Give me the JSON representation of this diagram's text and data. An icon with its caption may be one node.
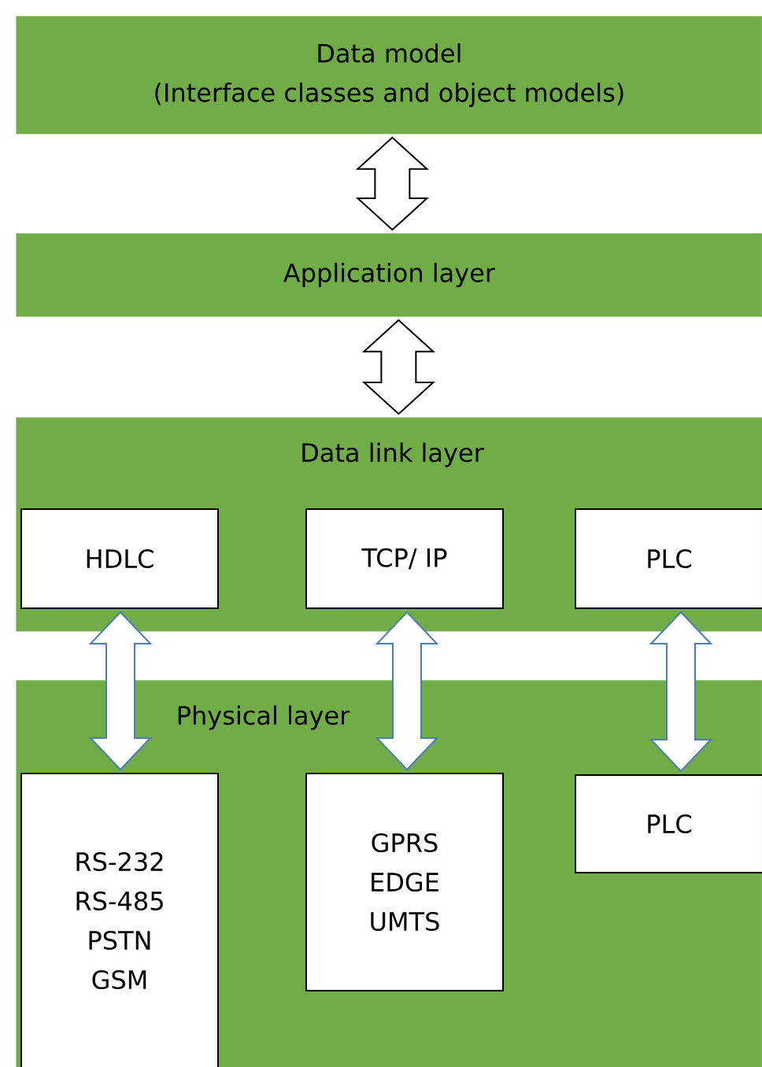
{
  "diagram": {
    "nodes": [
      {
        "text": [
          "Data model",
          "(Interface classes and object models)"
        ]
      },
      {
        "text": [
          "Application layer"
        ]
      },
      {
        "text": [
          "Data link layer"
        ]
      },
      {
        "text": [
          "HDLC"
        ],
        "in": 2
      },
      {
        "text": [
          "TCP/ IP"
        ],
        "in": 2
      },
      {
        "text": [
          "PLC"
        ],
        "in": 2
      },
      {
        "text": [
          "Physical layer"
        ]
      },
      {
        "text": [
          "RS-232",
          "RS-485",
          "PSTN",
          "GSM"
        ],
        "in": 6
      },
      {
        "text": [
          "GPRS",
          "EDGE",
          "UMTS"
        ],
        "in": 6
      },
      {
        "text": [
          "PLC"
        ],
        "in": 6
      }
    ],
    "edges": [
      {
        "from": 0,
        "to": 1,
        "arrow": "both",
        "color": "#000000"
      },
      {
        "from": 1,
        "to": 2,
        "arrow": "both",
        "color": "#000000"
      },
      {
        "from": 3,
        "to": 7,
        "arrow": "both"
      },
      {
        "from": 4,
        "to": 8,
        "arrow": "both"
      },
      {
        "from": 5,
        "to": 9,
        "arrow": "both"
      }
    ]
  }
}
